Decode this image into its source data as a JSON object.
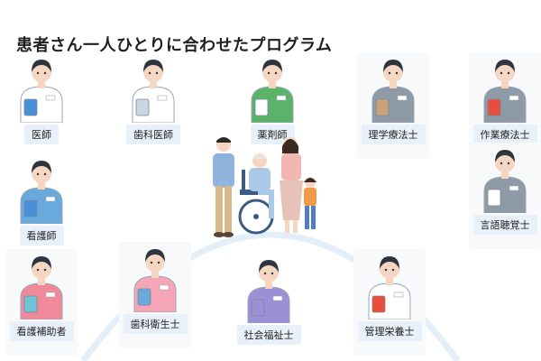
{
  "title": "患者さん一人ひとりに合わせたプログラム",
  "patient": {
    "icon": "patient-family-icon"
  },
  "roles": [
    {
      "id": "doctor",
      "label": "医師",
      "icon": "doctor-icon",
      "shirt": "#ffffff",
      "prop": "#4a90d9"
    },
    {
      "id": "dentist",
      "label": "歯科医師",
      "icon": "dentist-icon",
      "shirt": "#ffffff",
      "prop": "#c9d7e5"
    },
    {
      "id": "pharmacist",
      "label": "薬剤師",
      "icon": "pharmacist-icon",
      "shirt": "#5bb36a",
      "prop": "#ffffff"
    },
    {
      "id": "physical-therapist",
      "label": "理学療法士",
      "icon": "physical-therapist-icon",
      "shirt": "#8e9aa6",
      "prop": "#c9a27a"
    },
    {
      "id": "occupational-therapist",
      "label": "作業療法士",
      "icon": "occupational-therapist-icon",
      "shirt": "#8e9aa6",
      "prop": "#e94e3c"
    },
    {
      "id": "nurse",
      "label": "看護師",
      "icon": "nurse-icon",
      "shirt": "#6aa9db",
      "prop": "#4a90d9"
    },
    {
      "id": "speech-therapist",
      "label": "言語聴覚士",
      "icon": "speech-therapist-icon",
      "shirt": "#8e9aa6",
      "prop": "#ffffff"
    },
    {
      "id": "care-assistant",
      "label": "看護補助者",
      "icon": "care-assistant-icon",
      "shirt": "#f08a9a",
      "prop": "#6fc3d6"
    },
    {
      "id": "dental-hygienist",
      "label": "歯科衛生士",
      "icon": "dental-hygienist-icon",
      "shirt": "#f4a6b6",
      "prop": "#6aa9db"
    },
    {
      "id": "social-worker",
      "label": "社会福祉士",
      "icon": "social-worker-icon",
      "shirt": "#9b8fd6",
      "prop": "#9b8fd6"
    },
    {
      "id": "dietitian",
      "label": "管理栄養士",
      "icon": "dietitian-icon",
      "shirt": "#ffffff",
      "prop": "#e94e3c"
    }
  ]
}
